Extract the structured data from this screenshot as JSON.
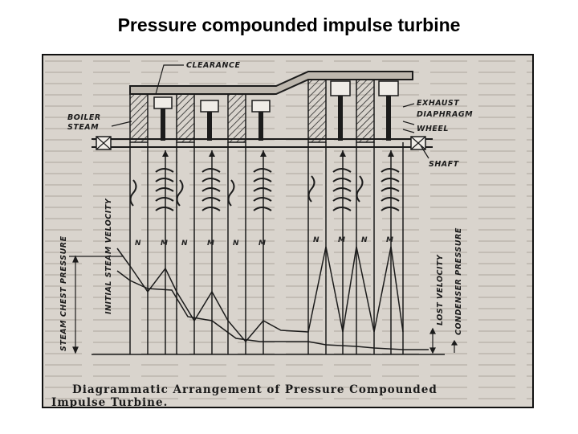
{
  "slide": {
    "title": "Pressure compounded impulse turbine"
  },
  "figure": {
    "labels": {
      "clearance": "CLEARANCE",
      "boiler_steam_1": "BOILER",
      "boiler_steam_2": "STEAM",
      "exhaust_1": "EXHAUST",
      "exhaust_2": "DIAPHRAGM",
      "wheel": "WHEEL",
      "shaft": "SHAFT",
      "chest_pressure": "STEAM CHEST PRESSURE",
      "initial_velocity": "INITIAL STEAM VELOCITY",
      "lost_velocity": "LOST VELOCITY",
      "condenser_pressure": "CONDENSER PRESSURE",
      "nozzle_mark": "N",
      "moving_mark": "M"
    },
    "caption_line1": "Diagrammatic Arrangement of Pressure Compounded",
    "caption_line2": "Impulse Turbine."
  }
}
